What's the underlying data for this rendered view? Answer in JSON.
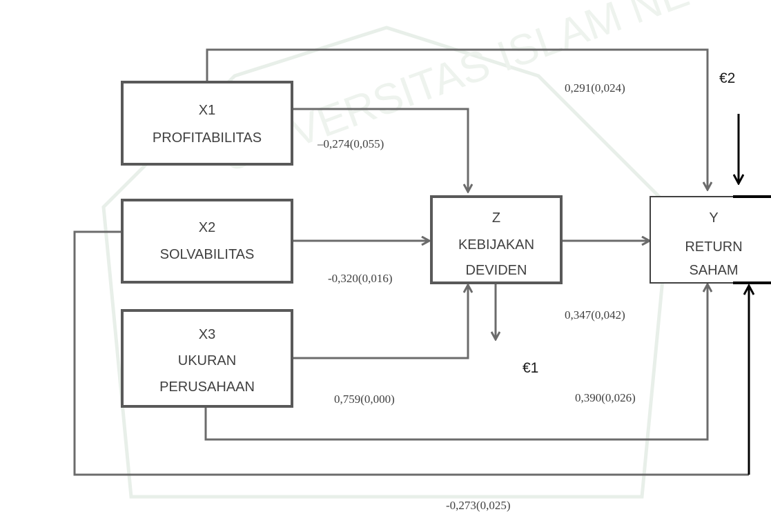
{
  "nodes": {
    "x1": {
      "line1": "X1",
      "line2": "PROFITABILITAS"
    },
    "x2": {
      "line1": "X2",
      "line2": "SOLVABILITAS"
    },
    "x3": {
      "line1": "X3",
      "line2": "UKURAN",
      "line3": "PERUSAHAAN"
    },
    "z": {
      "line1": "Z",
      "line2": "KEBIJAKAN",
      "line3": "DEVIDEN"
    },
    "y": {
      "line1": "Y",
      "line2": "RETURN",
      "line3": "SAHAM"
    }
  },
  "coefficients": {
    "x1_y": "0,291(0,024)",
    "x1_z": "–0,274(0,055)",
    "x2_z": "-0,320(0,016)",
    "z_y": "0,347(0,042)",
    "x3_z": "0,759(0,000)",
    "x3_y": "0,390(0,026)",
    "x2_y": "-0,273(0,025)"
  },
  "errors": {
    "e1": "€1",
    "e2": "€2"
  },
  "watermark": {
    "text": "UNIVERSITAS ISLAM NEGERI MAULANA MALIK IBRAHIM"
  }
}
